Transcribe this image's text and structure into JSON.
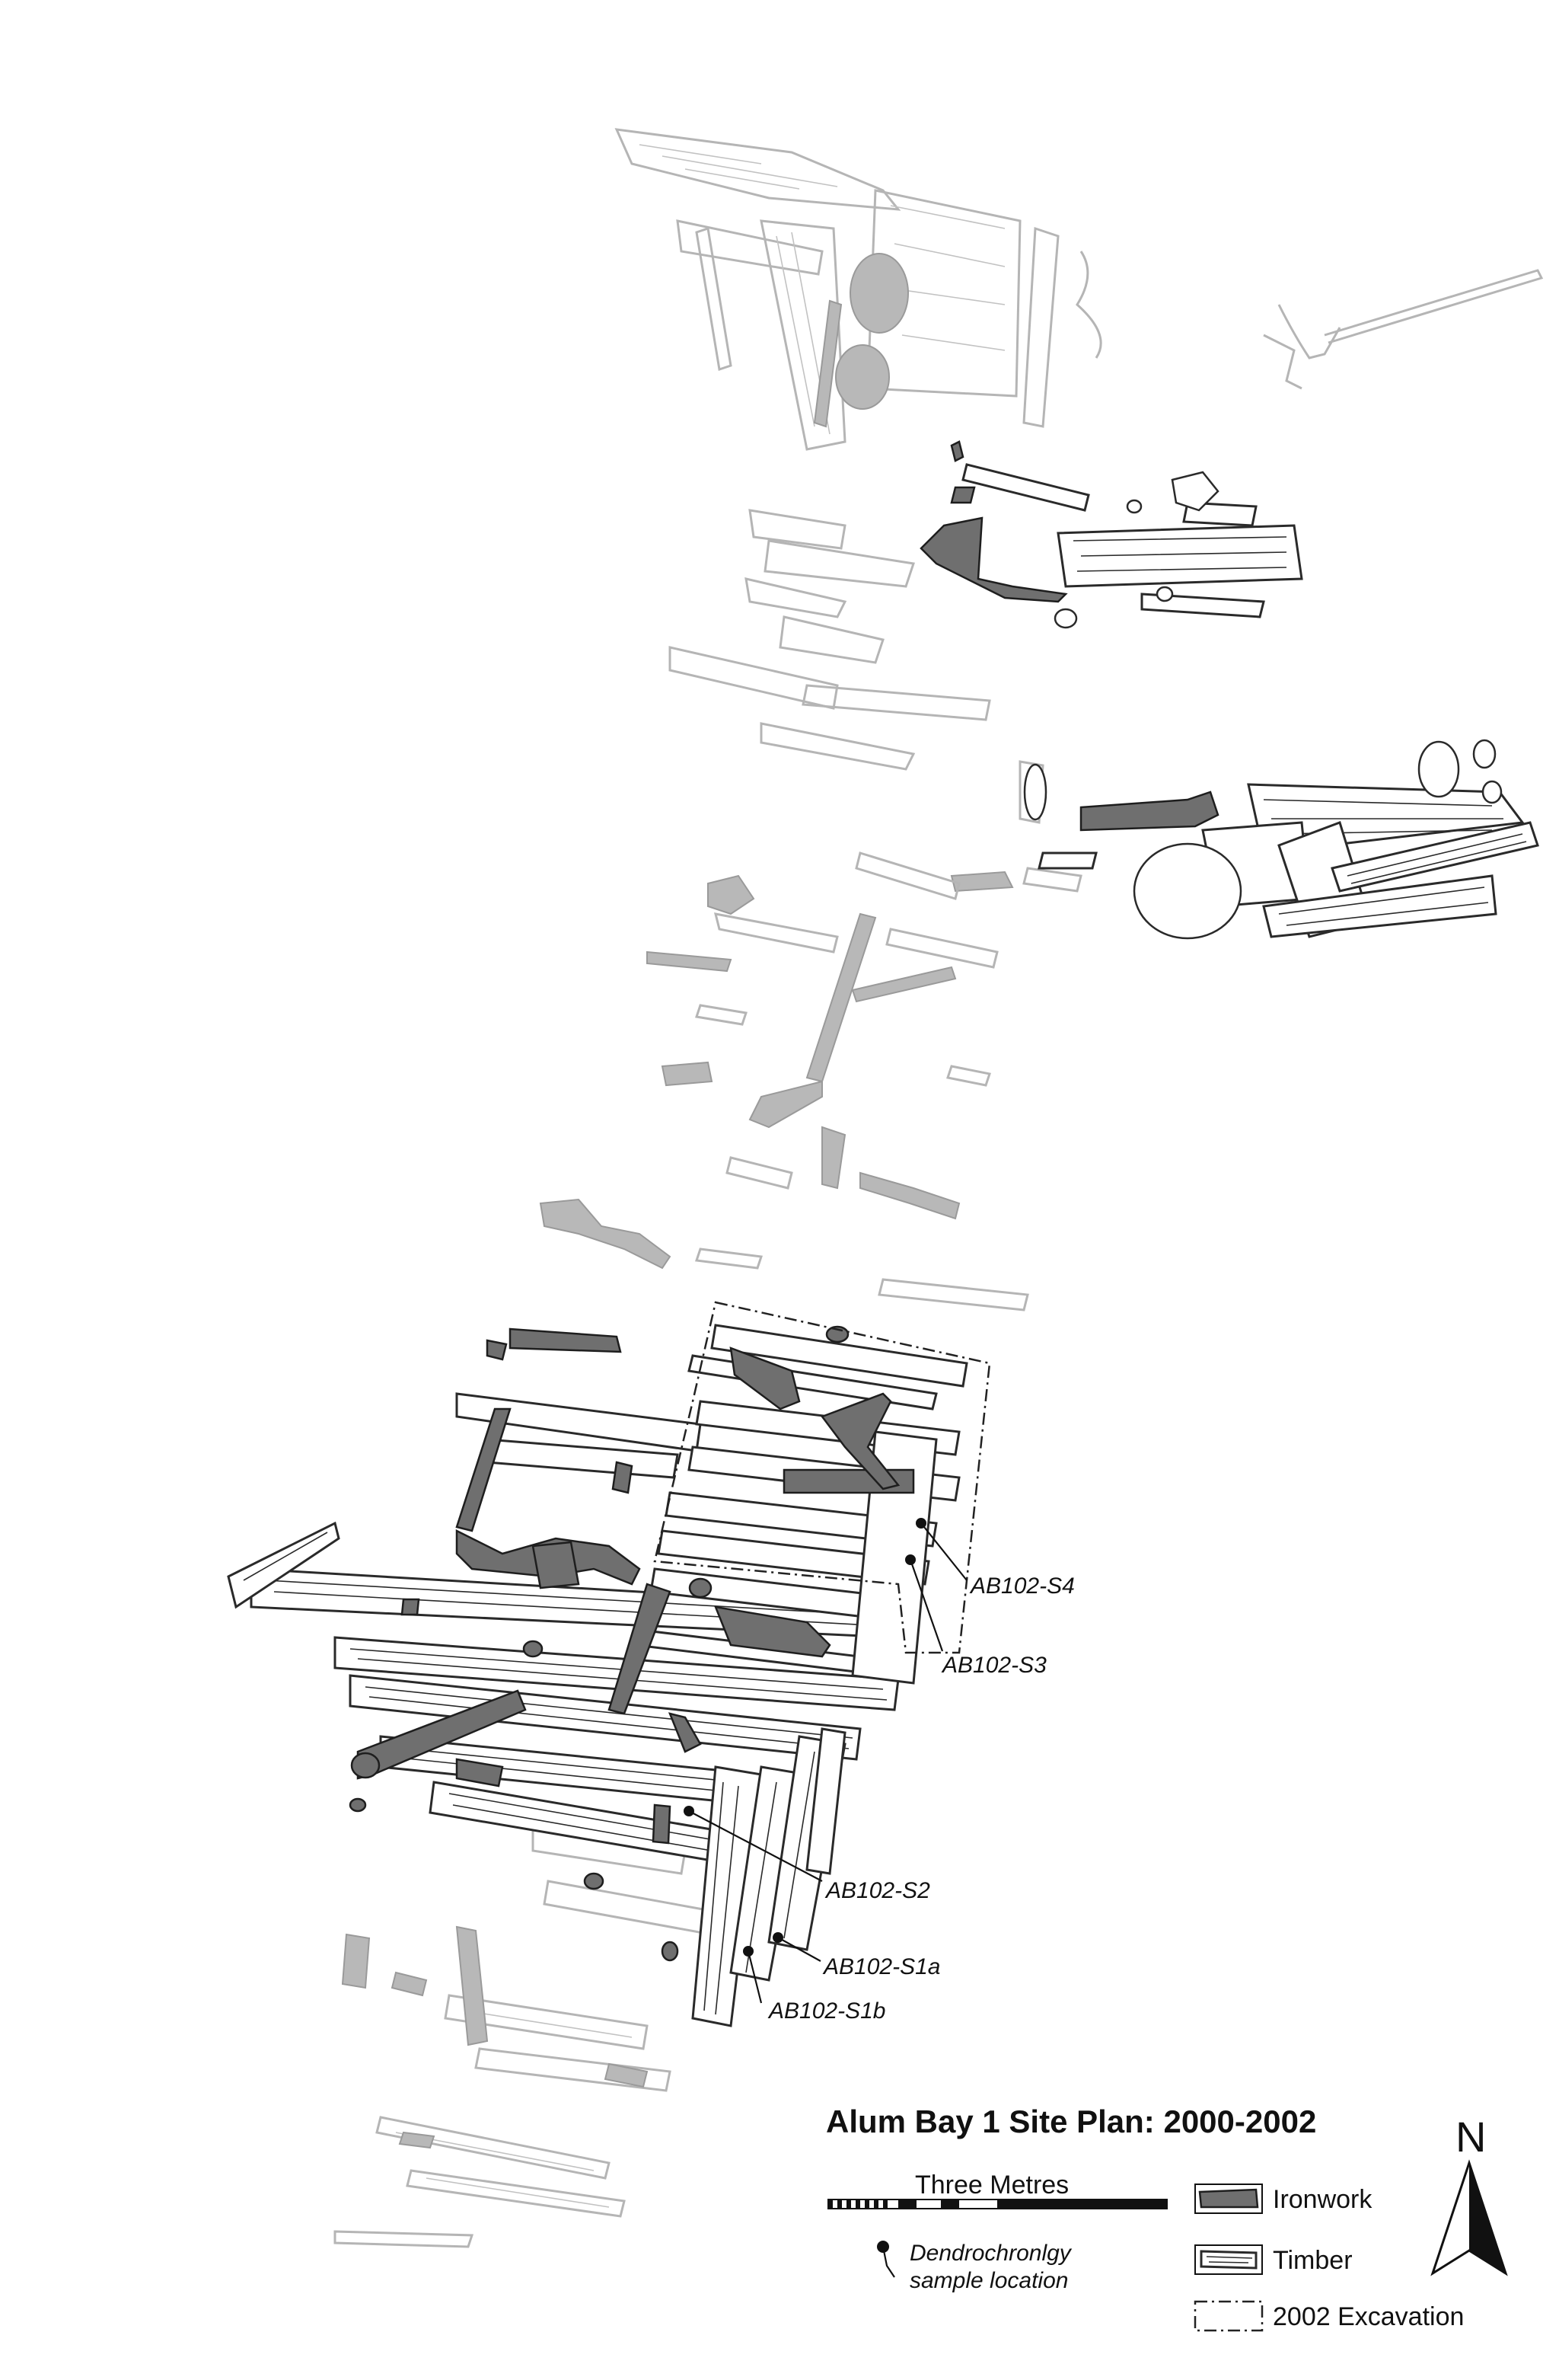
{
  "title": "Alum Bay 1 Site Plan: 2000-2002",
  "scale_bar": {
    "label": "Three Metres"
  },
  "legend": {
    "ironwork": "Ironwork",
    "timber": "Timber",
    "excavation": "2002 Excavation",
    "dendro_line1": "Dendrochronlgy",
    "dendro_line2": "sample location"
  },
  "north_label": "N",
  "samples": [
    {
      "id": "AB102-S4"
    },
    {
      "id": "AB102-S3"
    },
    {
      "id": "AB102-S2"
    },
    {
      "id": "AB102-S1a"
    },
    {
      "id": "AB102-S1b"
    }
  ],
  "colors": {
    "ironwork": "#6f6f6f",
    "faded_ironwork": "#b8b8b8",
    "faded_timber_outline": "#b5b5b5",
    "outline": "#2a2a2a"
  }
}
